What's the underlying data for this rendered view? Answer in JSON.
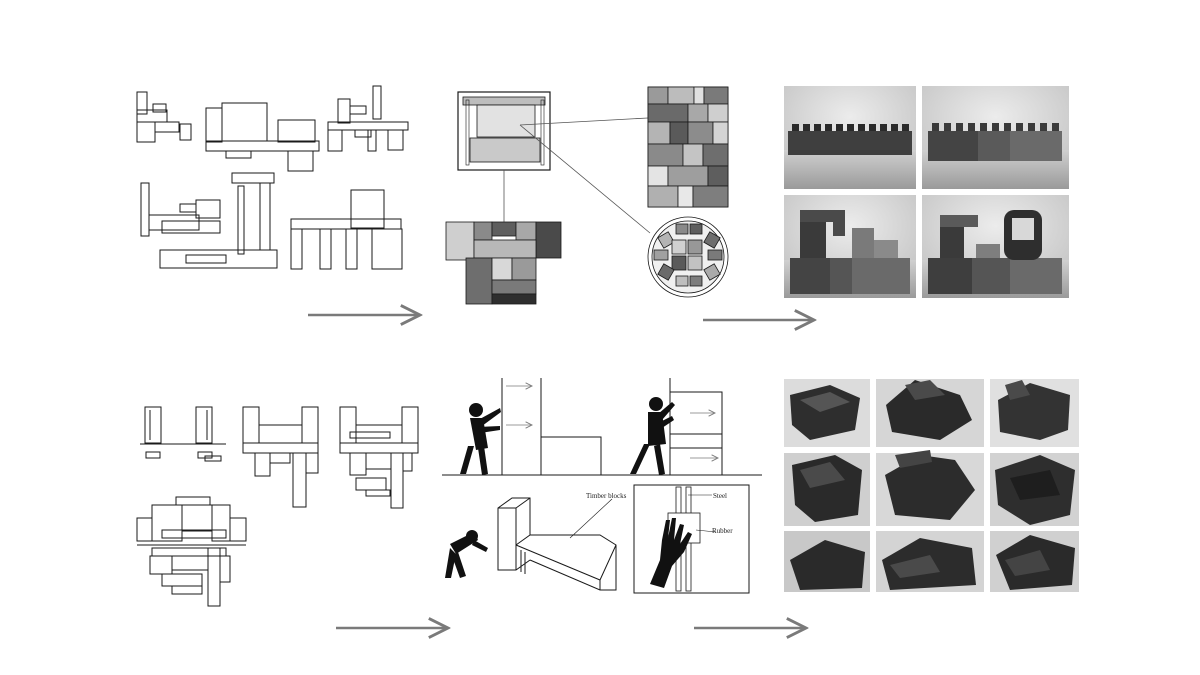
{
  "labels": {
    "timber_blocks": "Timber blocks",
    "steel": "Steel",
    "rubber": "Rubber"
  },
  "colors": {
    "line": "#1a1a1a",
    "arrow": "#7a7a7a",
    "photo_bg_light": "#d8d8d8",
    "photo_bg_dark": "#bdbdbd",
    "brick": "#4a4a4a",
    "block": "#2b2b2b"
  }
}
